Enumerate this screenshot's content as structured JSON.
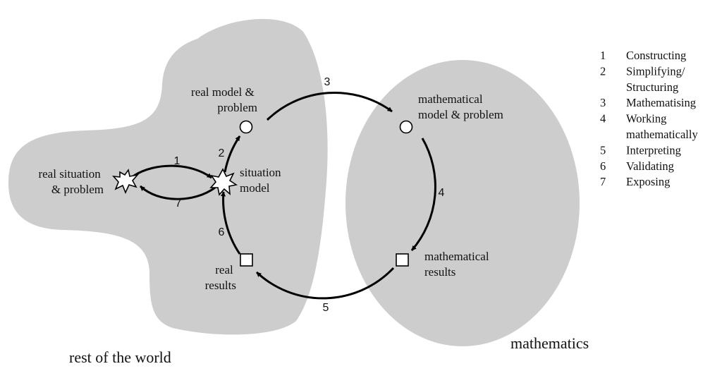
{
  "colors": {
    "region_fill": "#cdcdcd",
    "stroke": "#000000",
    "background": "#ffffff"
  },
  "regions": {
    "rest_of_world": "rest of the world",
    "mathematics": "mathematics"
  },
  "nodes": {
    "real_situation": [
      "real situation",
      "& problem"
    ],
    "situation_model": [
      "situation",
      "model"
    ],
    "real_model": [
      "real model &",
      "problem"
    ],
    "math_model": [
      "mathematical",
      "model & problem"
    ],
    "math_results": [
      "mathematical",
      "results"
    ],
    "real_results": [
      "real",
      "results"
    ]
  },
  "arrow_labels": {
    "a1": "1",
    "a2": "2",
    "a3": "3",
    "a4": "4",
    "a5": "5",
    "a6": "6",
    "a7": "7"
  },
  "legend": [
    {
      "num": "1",
      "lines": [
        "Constructing"
      ]
    },
    {
      "num": "2",
      "lines": [
        "Simplifying/",
        "Structuring"
      ]
    },
    {
      "num": "3",
      "lines": [
        "Mathematising"
      ]
    },
    {
      "num": "4",
      "lines": [
        "Working",
        "mathematically"
      ]
    },
    {
      "num": "5",
      "lines": [
        "Interpreting"
      ]
    },
    {
      "num": "6",
      "lines": [
        "Validating"
      ]
    },
    {
      "num": "7",
      "lines": [
        "Exposing"
      ]
    }
  ]
}
